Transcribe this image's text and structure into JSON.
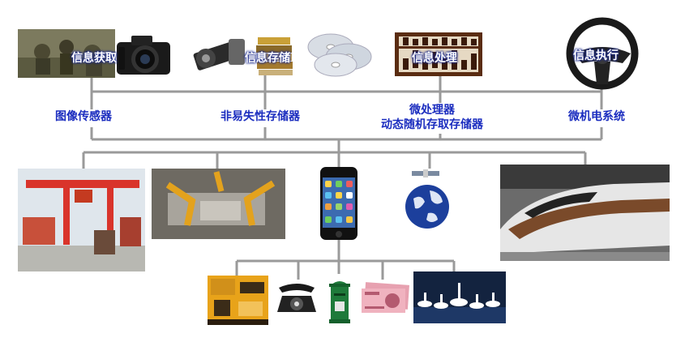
{
  "top_row": [
    {
      "id": "acquire",
      "tag": "信息获取",
      "label": "图像传感器",
      "icons": [
        "battle-photo",
        "camera-icon"
      ]
    },
    {
      "id": "storage",
      "tag": "信息存储",
      "label": "非易失性存储器",
      "icons": [
        "film-reel-icon",
        "books-icon",
        "discs-icon"
      ]
    },
    {
      "id": "process",
      "tag": "信息处理",
      "label_lines": [
        "微处理器",
        "动态随机存取存储器"
      ],
      "icons": [
        "abacus-icon"
      ]
    },
    {
      "id": "execute",
      "tag": "信息执行",
      "label": "微机电系统",
      "icons": [
        "steering-wheel-icon"
      ]
    }
  ],
  "middle_row": [
    "port-cranes-photo",
    "robot-assembly-photo",
    "smartphone-icon",
    "satellite-globe-icon",
    "high-speed-train-photo"
  ],
  "bottom_row": [
    "game-screen-photo",
    "rotary-telephone-icon",
    "mailbox-icon",
    "banknote-icon",
    "ballet-photo"
  ],
  "colors": {
    "connector": "#999999",
    "label_blue": "#1b2dbf",
    "tag_outline": "#1b2a8c"
  }
}
